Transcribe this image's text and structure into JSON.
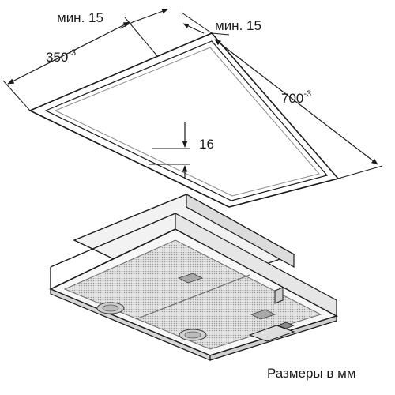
{
  "dimensions": {
    "min_left": "мин. 15",
    "min_right": "мин. 15",
    "width": {
      "base": "350",
      "tolerance": "-3"
    },
    "length": {
      "base": "700",
      "tolerance": "-3"
    },
    "offset": "16"
  },
  "caption": "Размеры в мм",
  "colors": {
    "line": "#1a1a1a",
    "frame_shadow": "#8a8a8a",
    "filter_mesh": "#bdbdbd",
    "housing": "#e6e6e6"
  }
}
